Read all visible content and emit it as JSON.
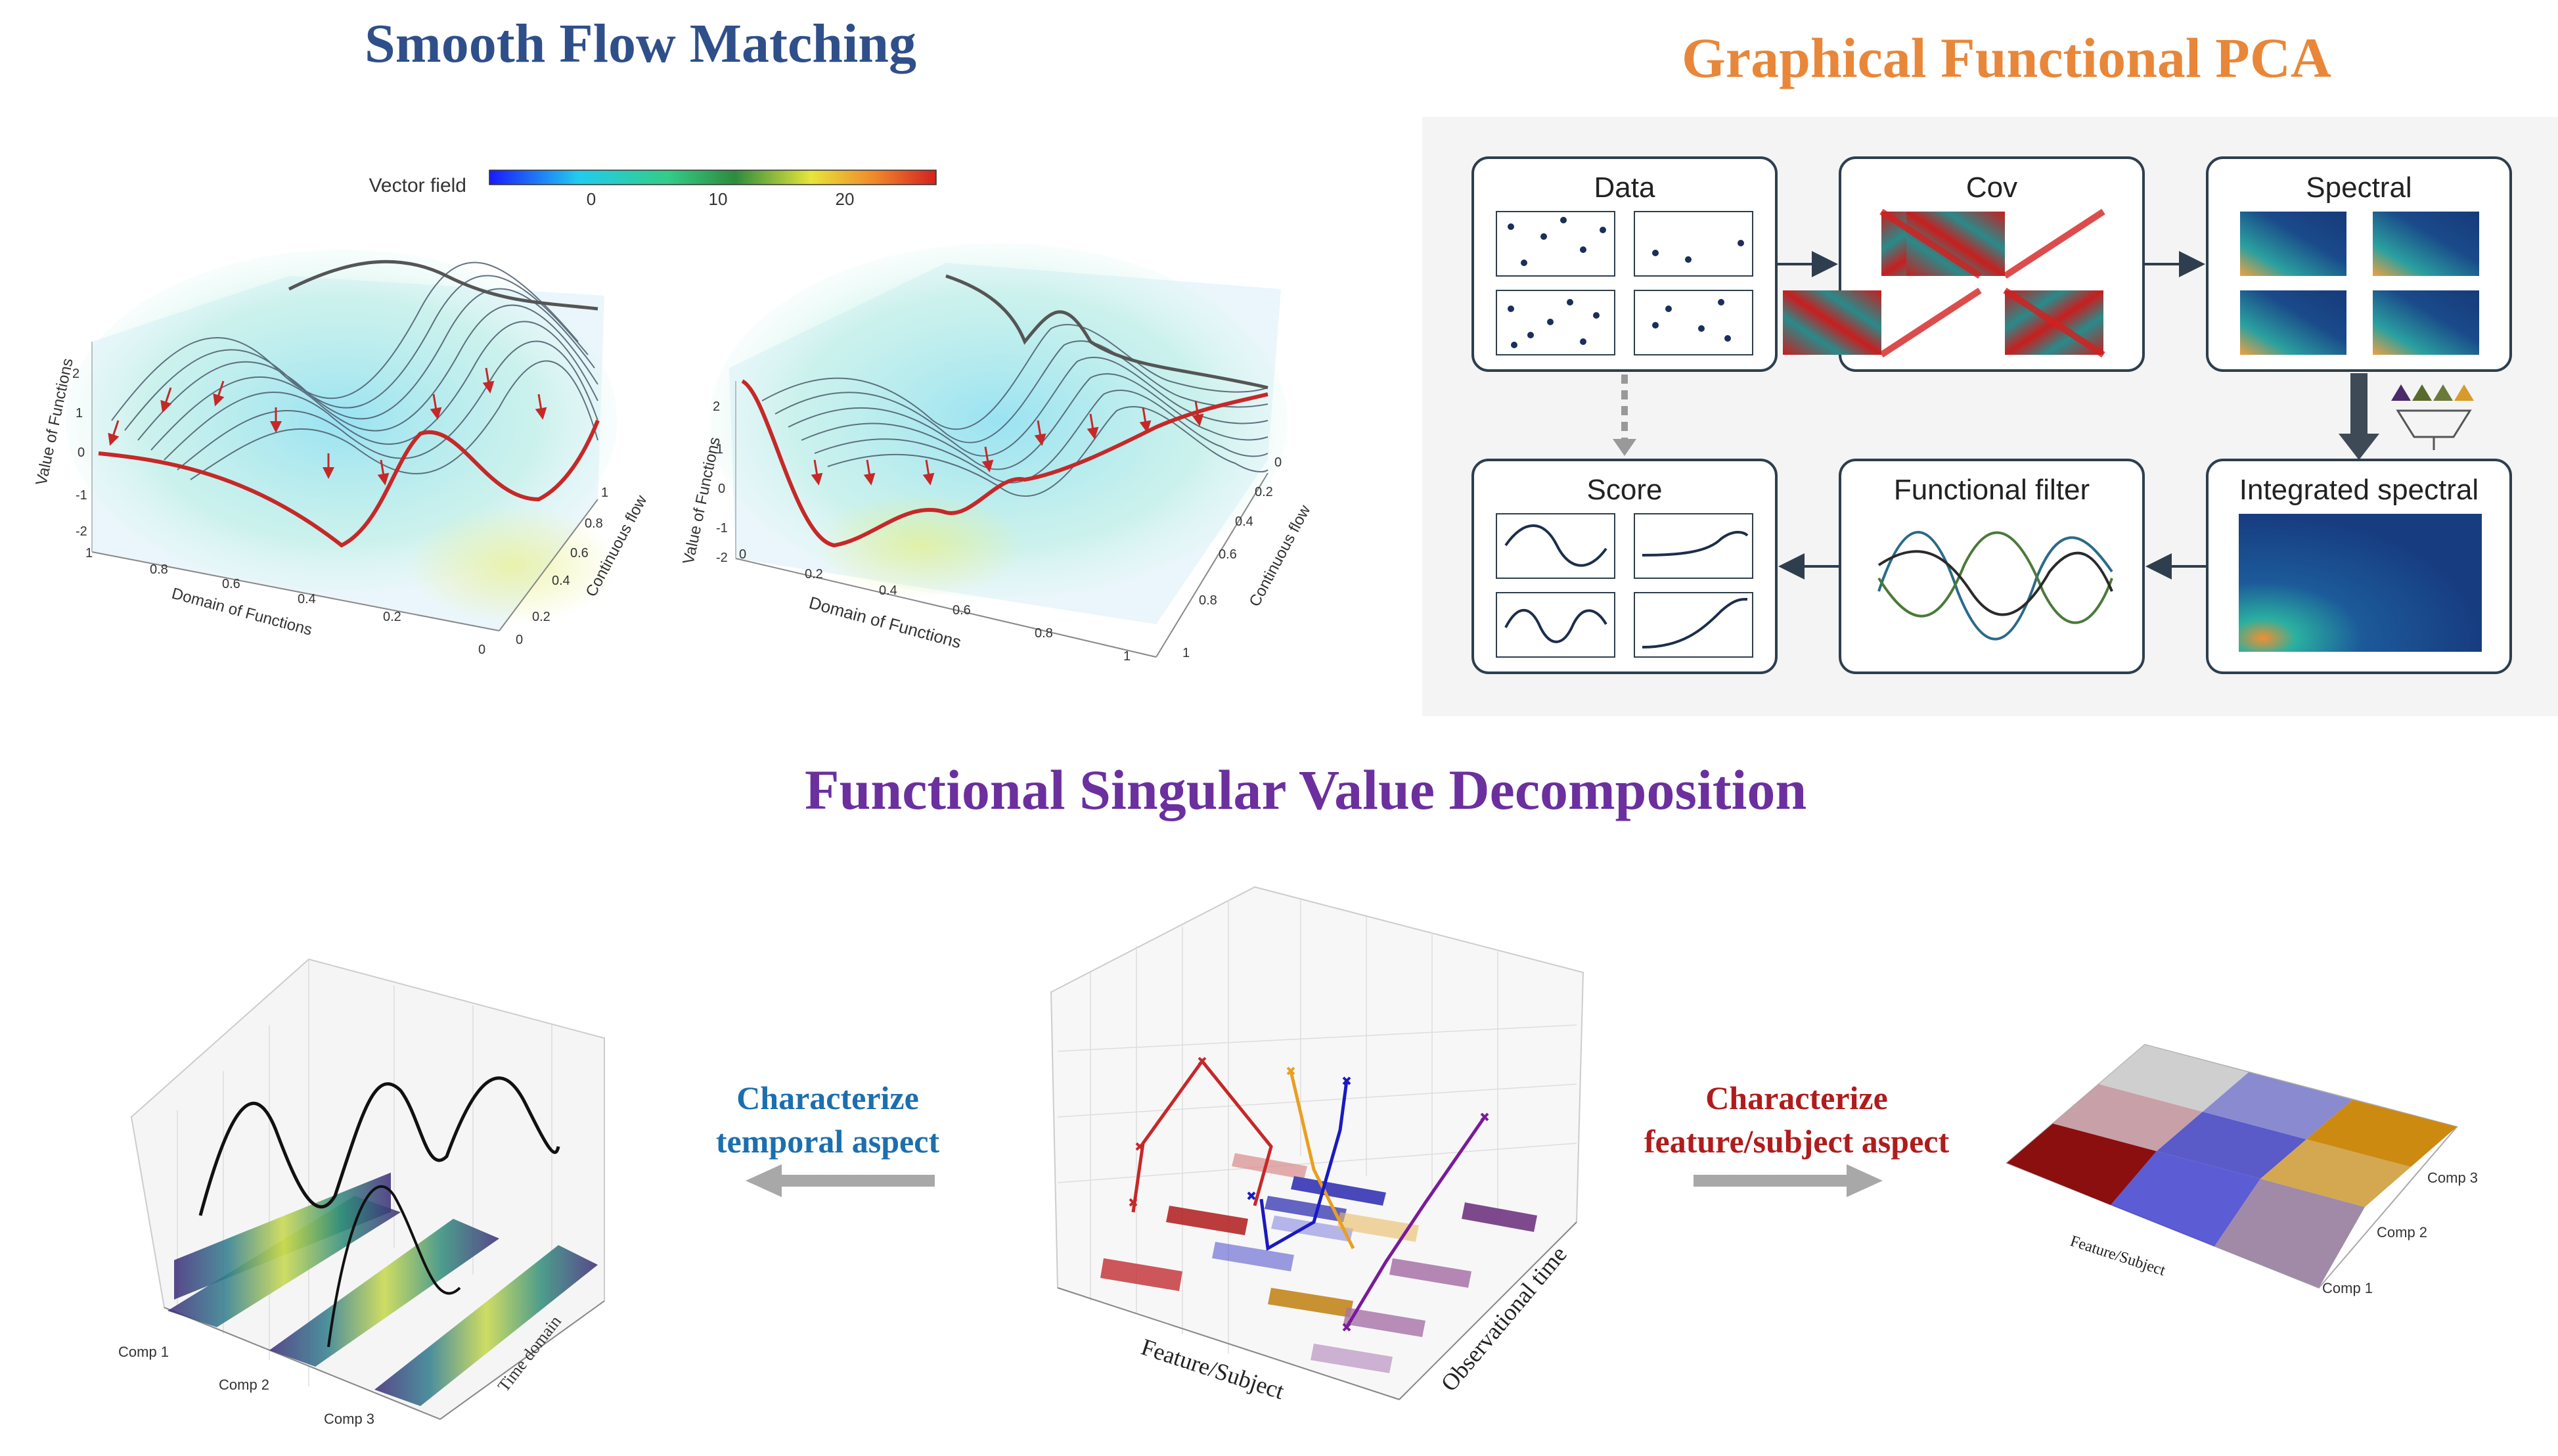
{
  "titles": {
    "smooth_flow_matching": "Smooth Flow Matching",
    "graphical_fpca": "Graphical Functional PCA",
    "fsvd": "Functional Singular Value Decomposition"
  },
  "sfm": {
    "colorbar": {
      "label": "Vector field",
      "ticks": [
        "0",
        "10",
        "20"
      ]
    },
    "plot_left": {
      "zlabel": "Value of Functions",
      "xlabel": "Domain of Functions",
      "ylabel": "Continuous flow",
      "z_ticks": [
        "2",
        "1",
        "0",
        "-1",
        "-2"
      ],
      "x_ticks": [
        "1",
        "0.8",
        "0.6",
        "0.4",
        "0.2",
        "0"
      ],
      "y_ticks": [
        "0",
        "0.2",
        "0.4",
        "0.6",
        "0.8",
        "1"
      ]
    },
    "plot_right": {
      "zlabel": "Value of Functions",
      "xlabel": "Domain of Functions",
      "ylabel": "Continuous flow",
      "z_ticks": [
        "2",
        "1",
        "0",
        "-1",
        "-2"
      ],
      "x_ticks": [
        "0",
        "0.2",
        "0.4",
        "0.6",
        "0.8",
        "1"
      ],
      "y_ticks": [
        "0",
        "0.2",
        "0.4",
        "0.6",
        "0.8",
        "1"
      ]
    }
  },
  "gfpca": {
    "boxes": {
      "data": "Data",
      "cov": "Cov",
      "spectral": "Spectral",
      "score": "Score",
      "functional_filter": "Functional filter",
      "integrated_spectral": "Integrated spectral"
    }
  },
  "fsvd": {
    "temporal_label_line1": "Characterize",
    "temporal_label_line2": "temporal aspect",
    "feature_label_line1": "Characterize",
    "feature_label_line2": "feature/subject aspect",
    "left_plot": {
      "comp_labels": [
        "Comp 1",
        "Comp 2",
        "Comp 3"
      ],
      "axis_label": "Time domain"
    },
    "center_plot": {
      "xlabel": "Feature/Subject",
      "ylabel": "Observational time"
    },
    "right_plot": {
      "xlabel": "Feature/Subject",
      "comp_labels": [
        "Comp 1",
        "Comp 2",
        "Comp 3"
      ]
    }
  },
  "colors": {
    "sfm_title": "#2f4f8a",
    "gfpca_title": "#e8873a",
    "fsvd_title": "#6b2f9e",
    "temporal": "#1c6fae",
    "feature": "#b01c1c",
    "flow_red": "#c62828"
  }
}
